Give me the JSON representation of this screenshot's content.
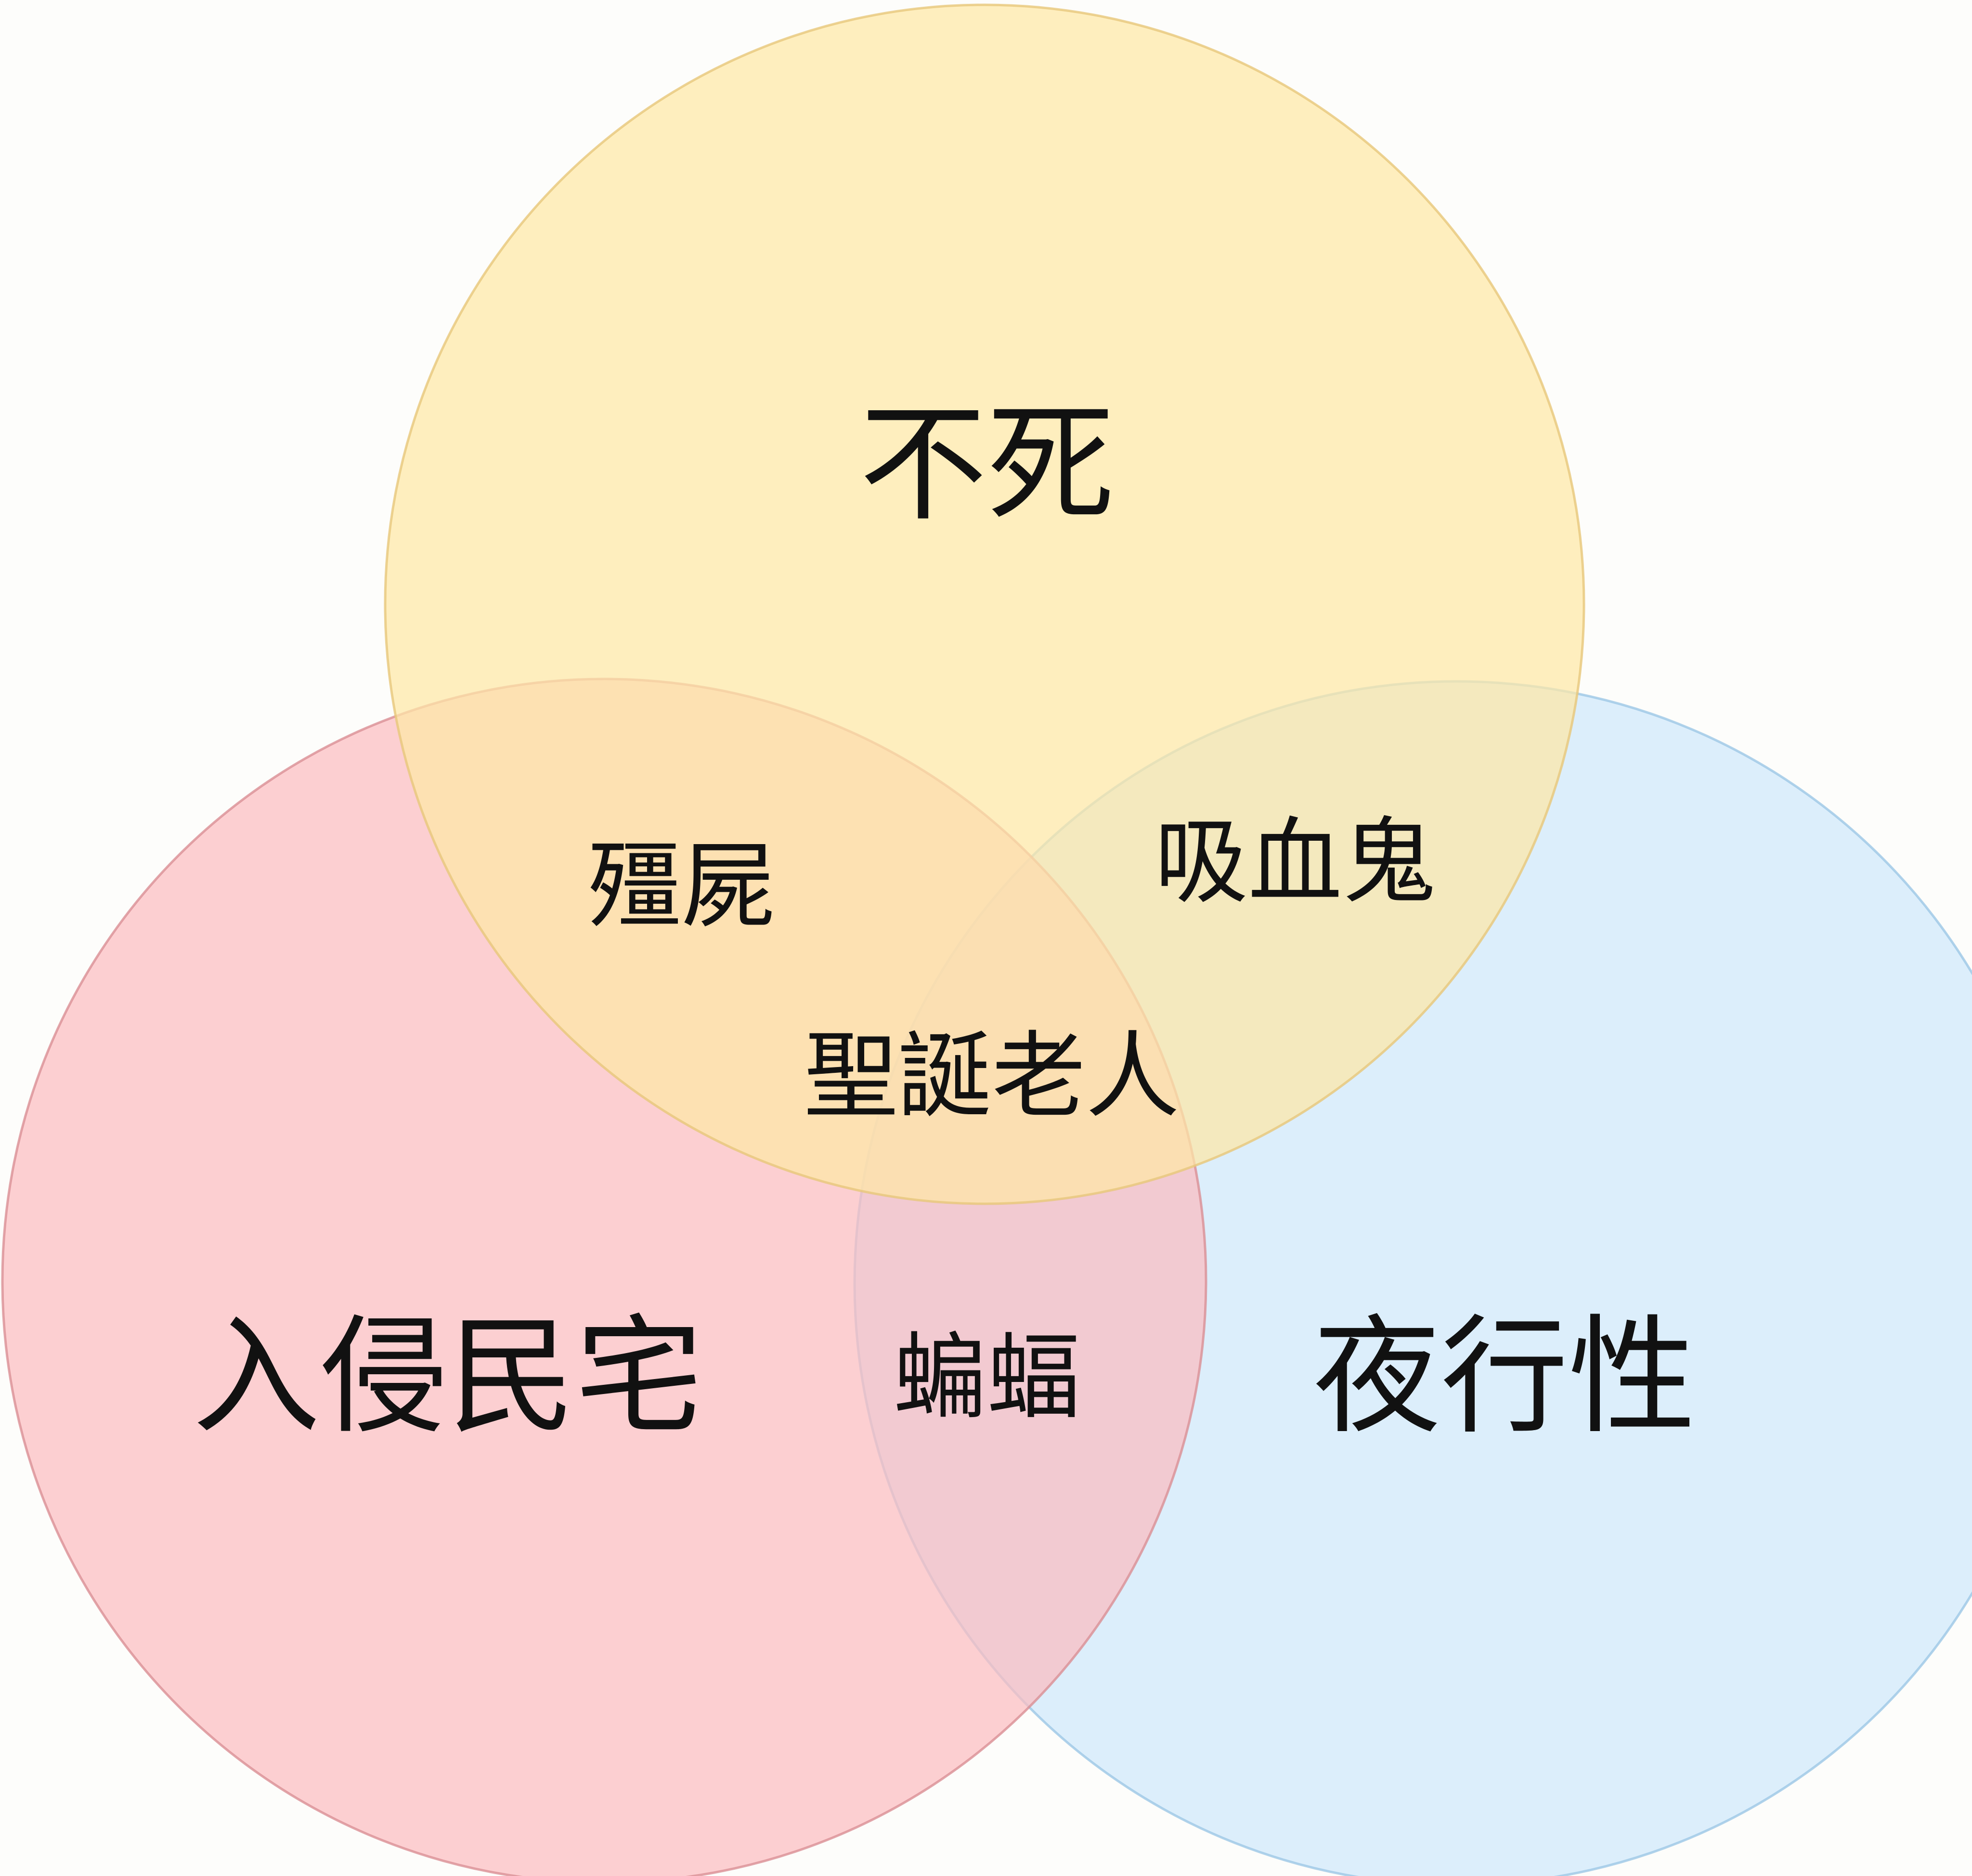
{
  "sets": [
    {
      "key": "top",
      "label": "不死",
      "color": "#fde8a6",
      "stroke": "#e7c77a"
    },
    {
      "key": "left",
      "label": "入侵民宅",
      "color": "#fbbcc0",
      "stroke": "#d98f95"
    },
    {
      "key": "right",
      "label": "夜行性",
      "color": "#cfe8fb",
      "stroke": "#9cc7e6"
    }
  ],
  "overlaps": {
    "top_left": "殭屍",
    "top_right": "吸血鬼",
    "left_right": "蝙蝠",
    "all": "聖誕老人"
  }
}
